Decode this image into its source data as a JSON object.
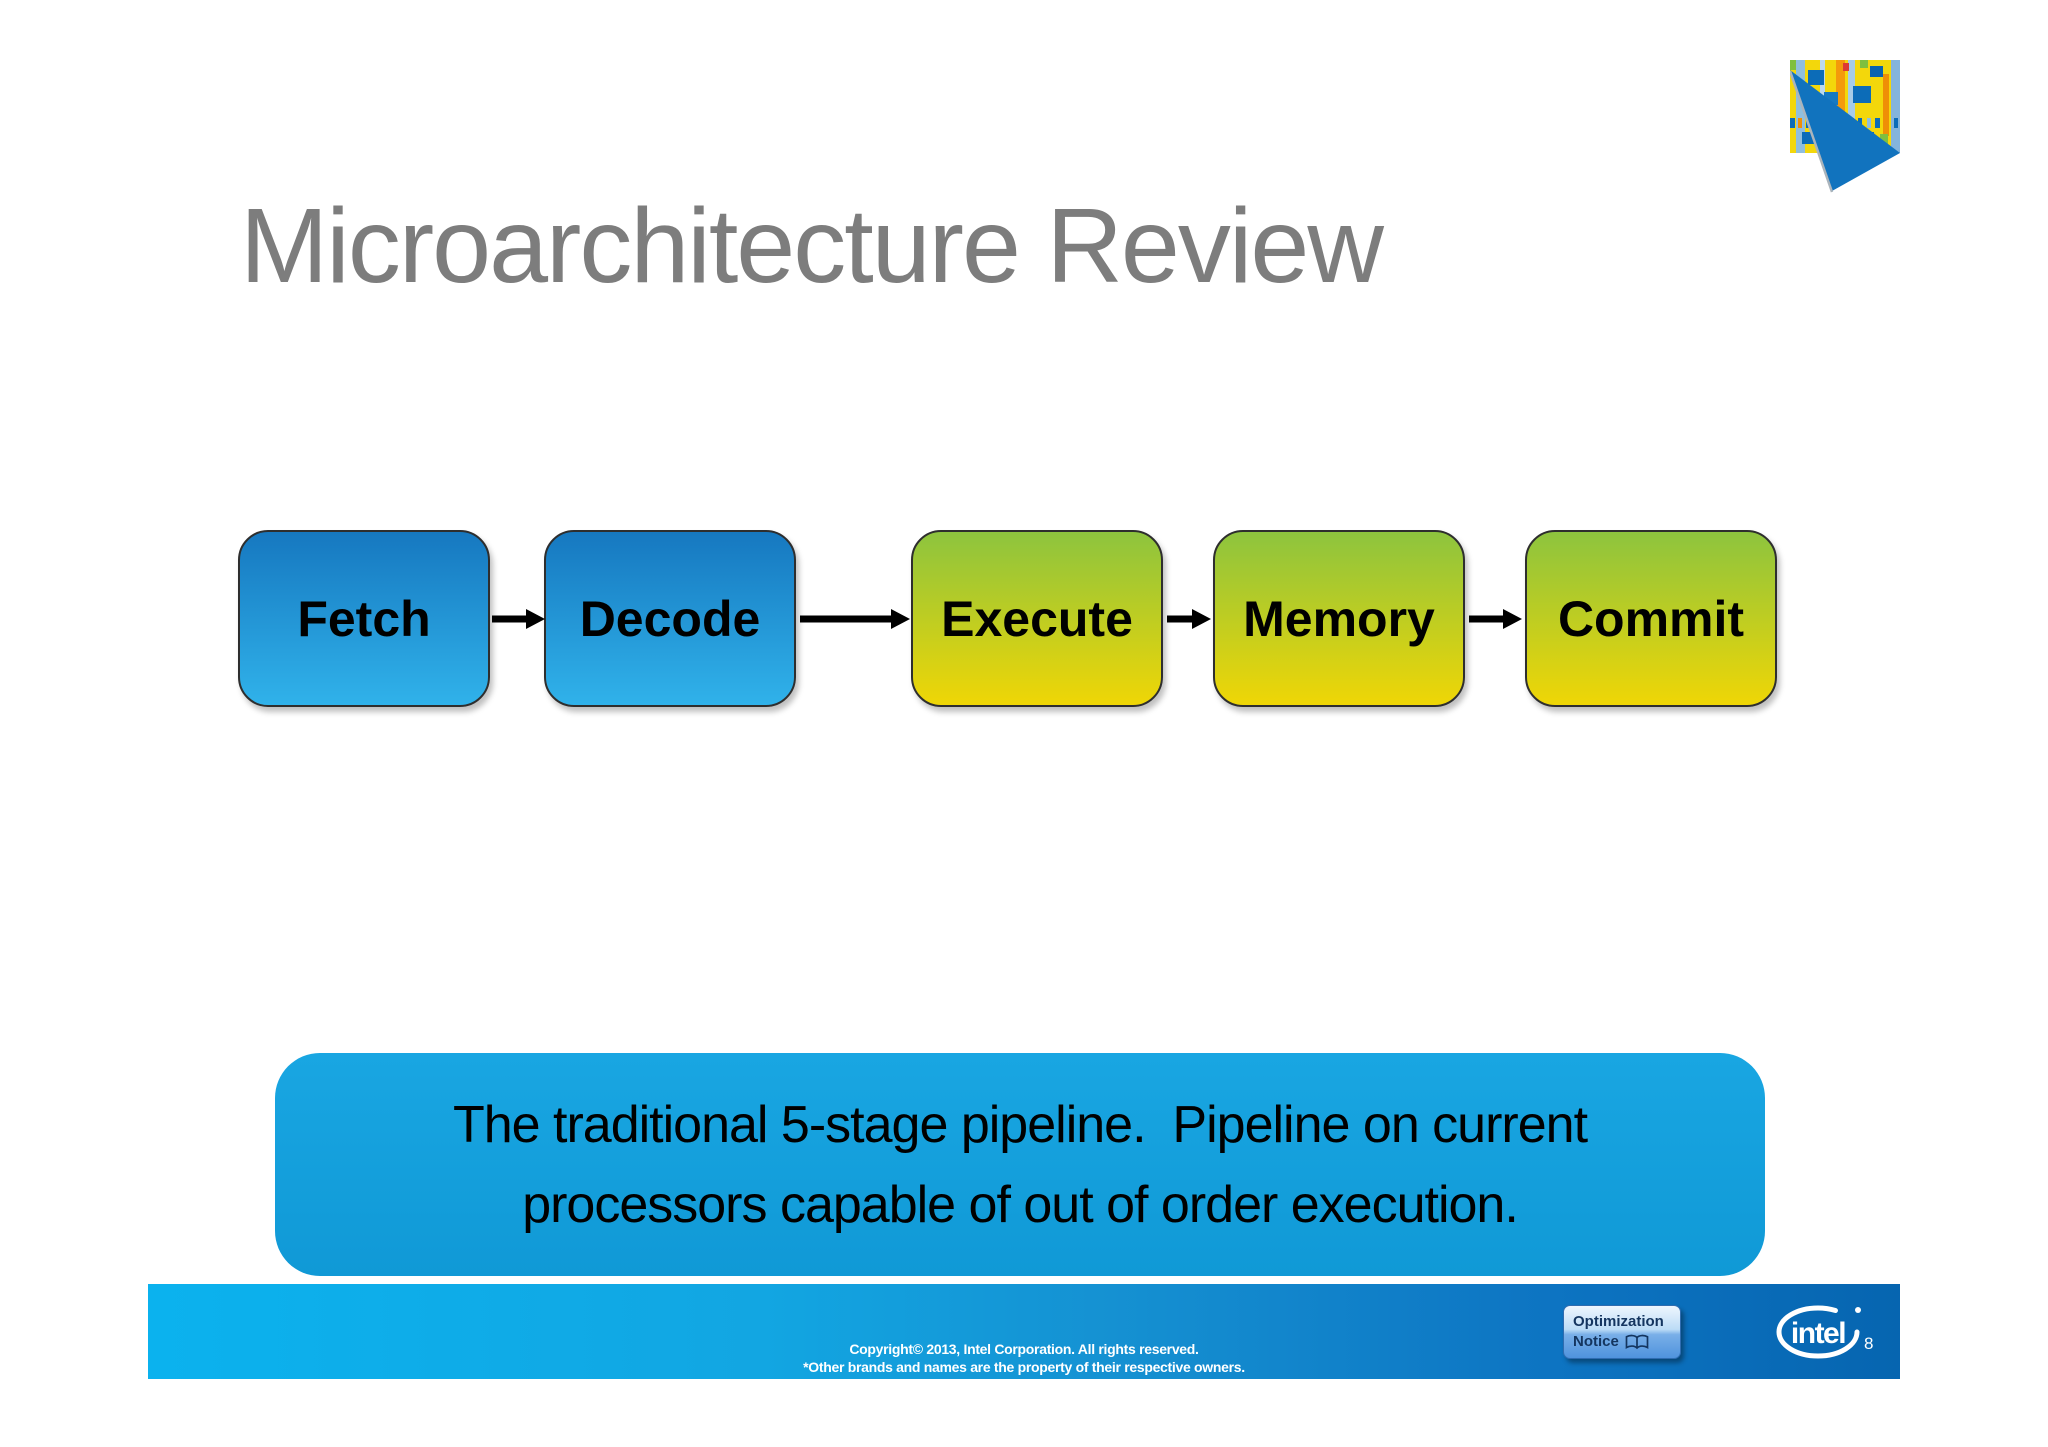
{
  "slide": {
    "title": "Microarchitecture Review"
  },
  "pipeline": {
    "stages": [
      {
        "label": "Fetch"
      },
      {
        "label": "Decode"
      },
      {
        "label": "Execute"
      },
      {
        "label": "Memory"
      },
      {
        "label": "Commit"
      }
    ]
  },
  "caption": {
    "line1": "The traditional 5-stage pipeline.  Pipeline on current",
    "line2": "processors capable of out of order execution."
  },
  "footer": {
    "copyright_line1": "Copyright© 2013, Intel Corporation. All rights reserved.",
    "copyright_line2": "*Other brands and names are the property of their respective owners.",
    "optimization_notice_line1": "Optimization",
    "optimization_notice_line2": "Notice",
    "intel_logo_text": "intel",
    "page_number": "8"
  },
  "icons": {
    "corner_logo": "intel-mosaic-page-curl",
    "notice_icon": "open-book",
    "footer_logo": "intel-swoosh"
  },
  "colors": {
    "title_gray": "#7d7d7d",
    "stage_blue_top": "#1678c0",
    "stage_blue_bottom": "#30b2ea",
    "stage_green_top": "#8dc43e",
    "stage_green_bottom": "#efd606",
    "caption_bg": "#16a1dd",
    "footer_bar_left": "#0bb2ee",
    "footer_bar_right": "#0665b0",
    "mosaic_triangle_blue": "#1173be",
    "notice_text_navy": "#14355f"
  }
}
